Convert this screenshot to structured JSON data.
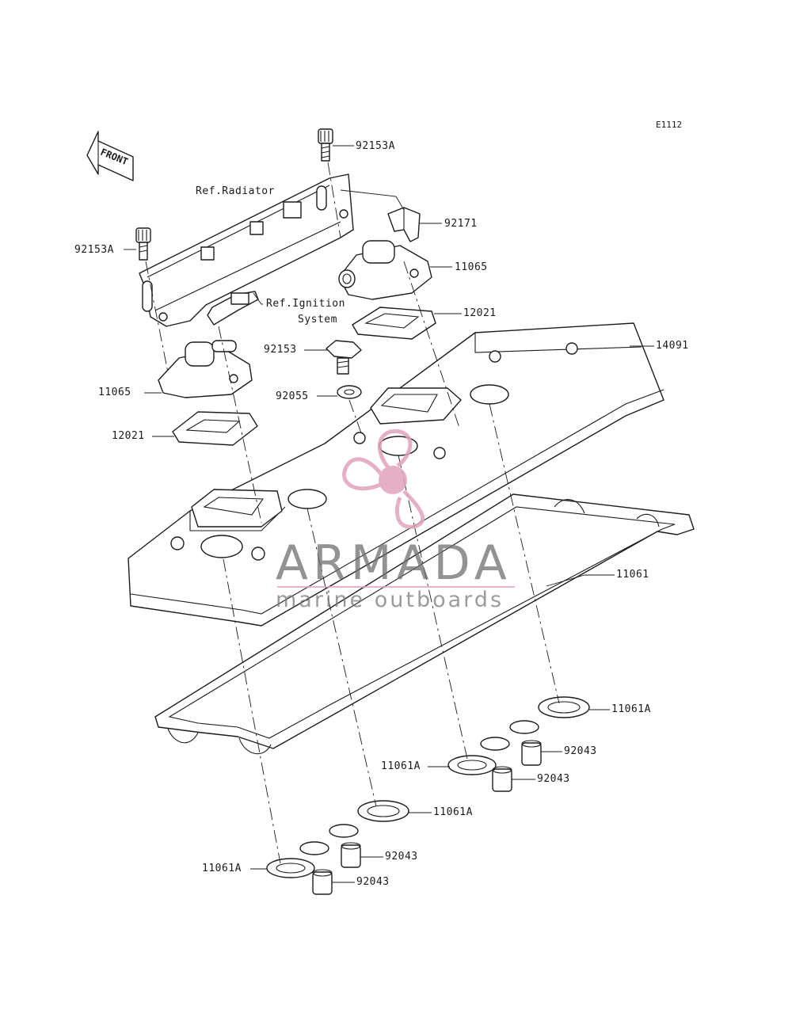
{
  "diagram_code": "E1112",
  "front_label": "FRONT",
  "callouts": {
    "bolt_top": "92153A",
    "bolt_left": "92153A",
    "ref_radiator": "Ref.Radiator",
    "clamp": "92171",
    "coil_cover_right": "11065",
    "ref_ignition_line1": "Ref.Ignition",
    "ref_ignition_line2": "System",
    "gasket_plate_right": "12021",
    "cylinder_head_cover": "14091",
    "bolt_center": "92153",
    "washer": "92055",
    "coil_cover_left": "11065",
    "gasket_plate_left": "12021",
    "head_cover_gasket": "11061",
    "plug_gasket_1": "11061A",
    "collar_1": "92043",
    "plug_gasket_2": "11061A",
    "collar_2": "92043",
    "plug_gasket_3": "11061A",
    "collar_3": "92043",
    "plug_gasket_4": "11061A",
    "collar_4": "92043"
  },
  "watermark": {
    "brand": "ARMADA",
    "tagline": "marine outboards",
    "brand_color": "#e1a3bd"
  }
}
